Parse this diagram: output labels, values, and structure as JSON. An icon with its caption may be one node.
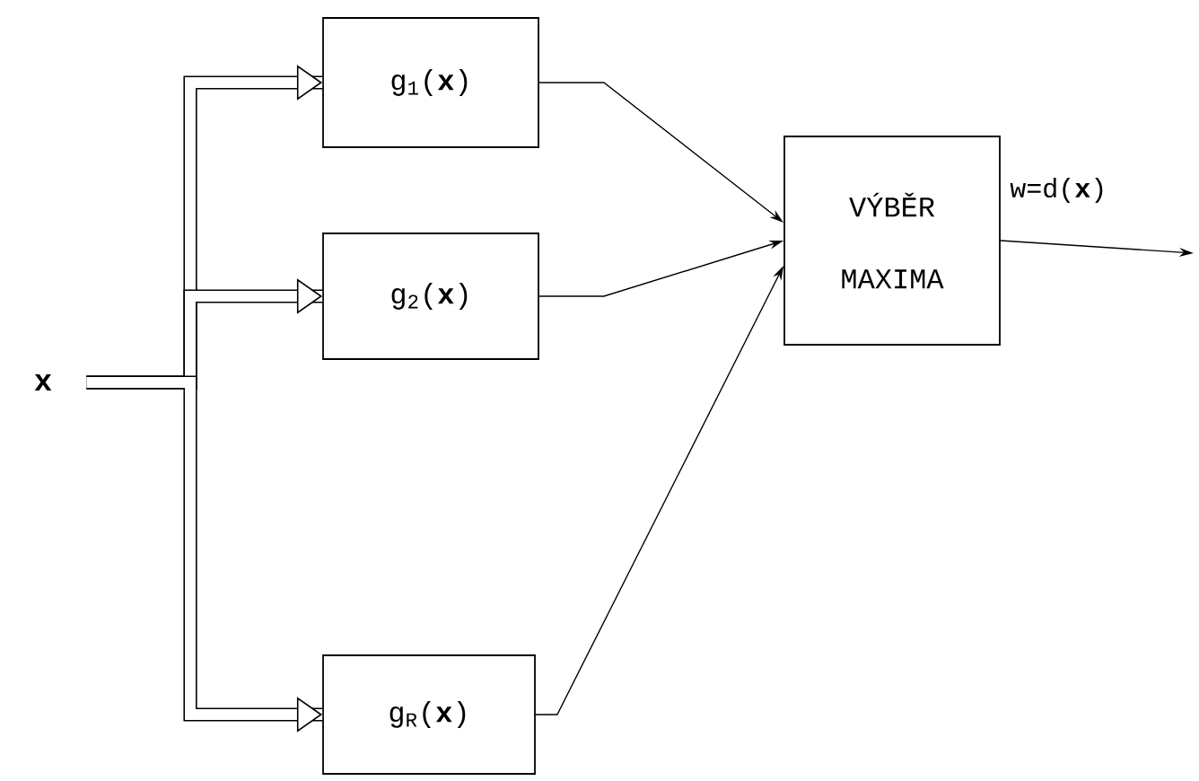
{
  "diagram": {
    "nodes": [
      {
        "text": [
          "x"
        ]
      },
      {
        "text": [
          "g$_{1}$(**x**)"
        ]
      },
      {
        "text": [
          "g$_{2}$(**x**)"
        ]
      },
      {
        "text": [
          "g$_{R}$(**x**)"
        ]
      },
      {
        "text": [
          "VÝBĚR MAXIMA"
        ]
      }
    ],
    "edges": [
      {
        "from": 0,
        "to": 1,
        "arrow": "to",
        "style": "thick"
      },
      {
        "from": 0,
        "to": 2,
        "arrow": "to",
        "style": "thick"
      },
      {
        "from": 0,
        "to": 3,
        "arrow": "to",
        "style": "thick"
      },
      {
        "from": 1,
        "to": 4,
        "arrow": "to"
      },
      {
        "from": 2,
        "to": 4,
        "arrow": "to"
      },
      {
        "from": 3,
        "to": 4,
        "arrow": "to"
      },
      {
        "from": 4,
        "to": null,
        "arrow": "to",
        "label": "w=d(**x**)"
      }
    ]
  }
}
